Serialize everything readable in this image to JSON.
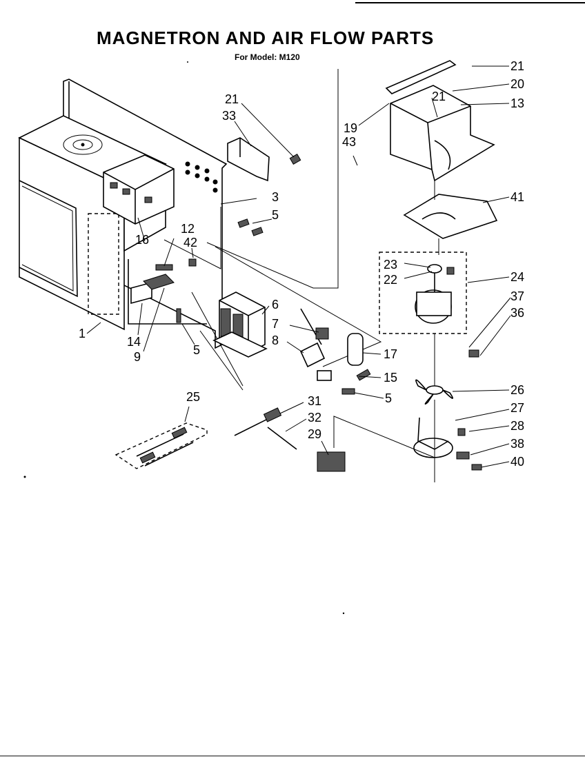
{
  "title": "MAGNETRON AND AIR FLOW PARTS",
  "subtitle": "For Model: M120",
  "callouts": {
    "c1": "1",
    "c3": "3",
    "c5a": "5",
    "c5b": "5",
    "c5c": "5",
    "c6": "6",
    "c7": "7",
    "c8": "8",
    "c9": "9",
    "c12": "12",
    "c13": "13",
    "c14": "14",
    "c15": "15",
    "c16": "16",
    "c17": "17",
    "c19": "19",
    "c20": "20",
    "c21a": "21",
    "c21b": "21",
    "c21c": "21",
    "c22": "22",
    "c23": "23",
    "c24": "24",
    "c25": "25",
    "c26": "26",
    "c27": "27",
    "c28": "28",
    "c29": "29",
    "c31": "31",
    "c32": "32",
    "c33": "33",
    "c36": "36",
    "c37": "37",
    "c38": "38",
    "c40": "40",
    "c41": "41",
    "c42": "42",
    "c43": "43"
  }
}
